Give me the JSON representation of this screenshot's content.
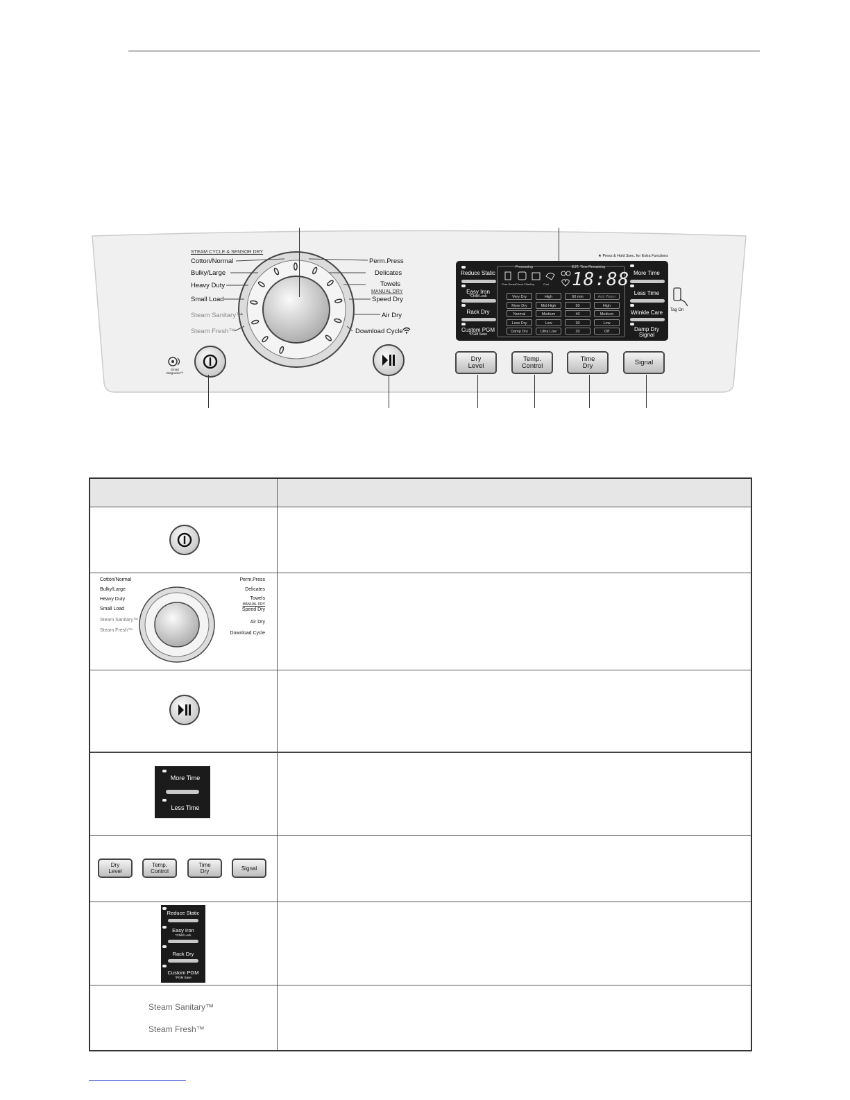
{
  "panel": {
    "dial_header": "STEAM CYCLE & SENSOR DRY",
    "dial_left": [
      "Cotton/Normal",
      "Bulky/Large",
      "Heavy Duty",
      "Small Load"
    ],
    "dial_left_steam": [
      "Steam Sanitary™",
      "Steam Fresh™"
    ],
    "dial_right": [
      "Perm.Press",
      "Delicates",
      "Towels"
    ],
    "manual_dry_header": "MANUAL DRY",
    "dial_right_manual": [
      "Speed Dry",
      "Air Dry",
      "Download Cycle"
    ],
    "smart_diagnosis": "Smart Diagnosis™",
    "extra_functions": "★ Press & Hold 3sec. for Extra Functions",
    "lcd_left_buttons": [
      "Reduce Static",
      "Easy Iron",
      "Rack Dry",
      "Custom PGM"
    ],
    "lcd_left_sub": [
      "",
      "*Child Lock",
      "",
      "*PGM Save"
    ],
    "lcd_right_buttons": [
      "More Time",
      "Less Time",
      "Wrinkle Care",
      "Damp Dry"
    ],
    "lcd_right_sub": [
      "",
      "",
      "",
      "Signal"
    ],
    "processing": "Processing",
    "est_time": "EST. Time Remaining",
    "status_icons": [
      "Flow Sense",
      "Check Filter",
      "Dry",
      "Cool"
    ],
    "display_digits": "18:88",
    "grid": [
      [
        "Very Dry",
        "High",
        "60 min",
        "Add Water"
      ],
      [
        "More Dry",
        "Mid High",
        "50",
        "High"
      ],
      [
        "Normal",
        "Medium",
        "40",
        "Medium"
      ],
      [
        "Less Dry",
        "Low",
        "30",
        "Low"
      ],
      [
        "Damp Dry",
        "Ultra Low",
        "20",
        "Off"
      ]
    ],
    "tag_on": "Tag On",
    "bottom_buttons": [
      "Dry\nLevel",
      "Temp.\nControl",
      "Time\nDry",
      "Signal"
    ]
  },
  "table": {
    "time_buttons": [
      "More Time",
      "Less Time"
    ],
    "option_buttons": [
      "Reduce Static",
      "Easy Iron",
      "Rack Dry",
      "Custom PGM"
    ],
    "option_sub": [
      "",
      "*Child Lock",
      "",
      "*PGM Save"
    ],
    "mini_buttons": [
      "Dry\nLevel",
      "Temp.\nControl",
      "Time\nDry",
      "Signal"
    ],
    "steam_labels": [
      "Steam Sanitary™",
      "Steam Fresh™"
    ],
    "dial_left": [
      "Cotton/Normal",
      "Bulky/Large",
      "Heavy Duty",
      "Small Load",
      "Steam Sanitary™",
      "Steam Fresh™"
    ],
    "dial_right": [
      "Perm.Press",
      "Delicates",
      "Towels",
      "MANUAL DRY",
      "Speed Dry",
      "Air Dry",
      "Download Cycle"
    ]
  }
}
